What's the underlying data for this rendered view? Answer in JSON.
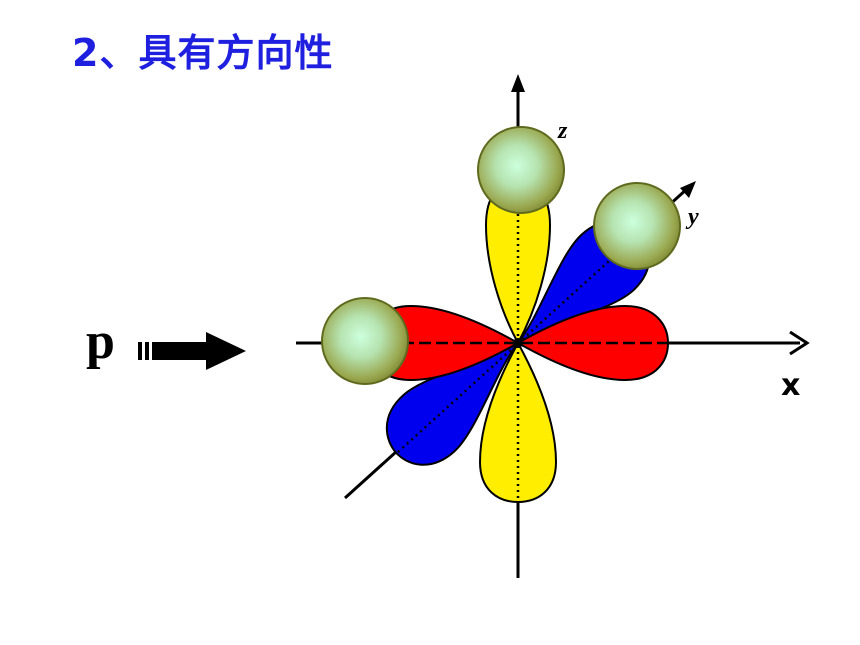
{
  "title": "2、具有方向性",
  "arrow_label": "p",
  "axis_labels": {
    "x": "x",
    "y": "y",
    "z": "z"
  },
  "colors": {
    "title": "#1f1fe0",
    "lobe_x": "#ff0000",
    "lobe_y": "#0000ee",
    "lobe_z": "#ffee00",
    "sphere": "#8e9a3a"
  },
  "icons": {
    "arrow": "double-shaft-right-arrow"
  }
}
